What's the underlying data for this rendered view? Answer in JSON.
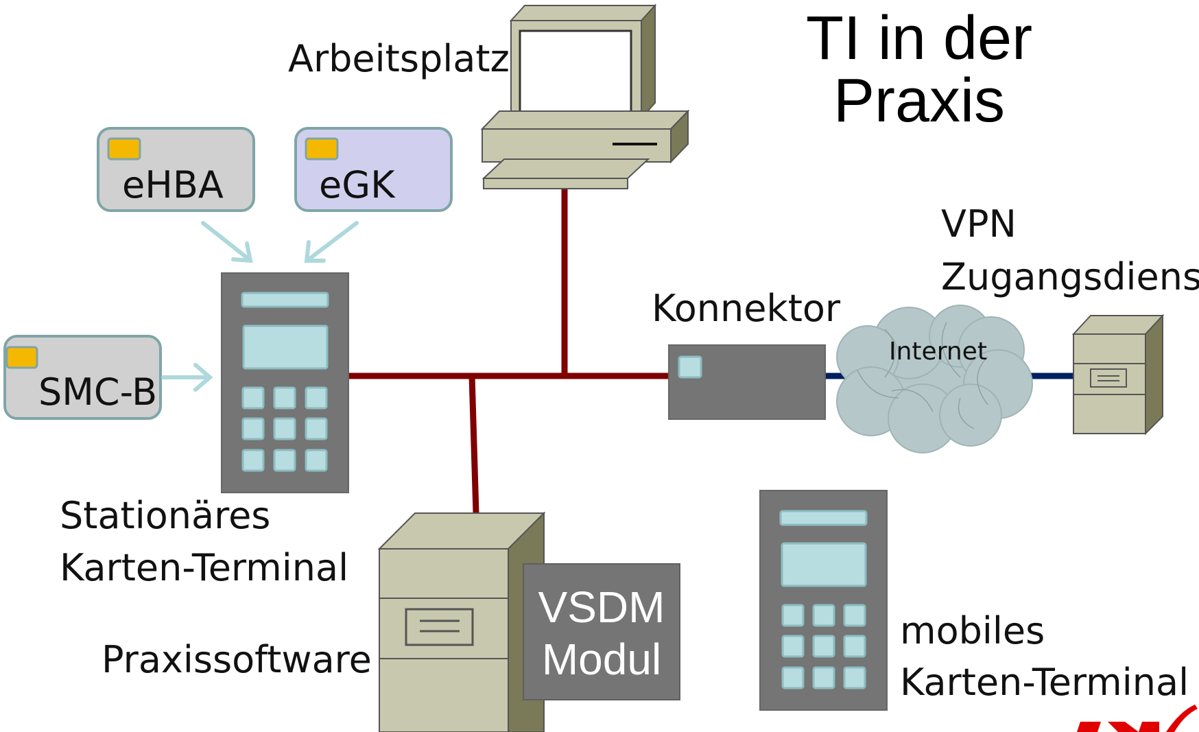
{
  "title": {
    "line1": "TI in der",
    "line2": "Praxis"
  },
  "labels": {
    "workstation": "Arbeitsplatz",
    "connector": "Konnektor",
    "vpn_line1": "VPN",
    "vpn_line2": "Zugangsdienst",
    "internet": "Internet",
    "stationary_line1": "Stationäres",
    "stationary_line2": "Karten-Terminal",
    "practice_software": "Praxissoftware",
    "vsdm_line1": "VSDM",
    "vsdm_line2": "Modul",
    "mobile_line1": "mobiles",
    "mobile_line2": "Karten-Terminal"
  },
  "cards": {
    "ehba": "eHBA",
    "egk": "eGK",
    "smcb": "SMC-B"
  },
  "colors": {
    "network_line": "#7f0000",
    "vpn_line": "#002060",
    "terminal_body": "#757575",
    "terminal_screen": "#b7dde0",
    "card_gray": "#d0d0d0",
    "card_purple": "#d0d0ee",
    "card_border": "#7fa5a7",
    "chip": "#f5b800",
    "arrow": "#aed8dc",
    "computer_beige": "#c8c8ae",
    "computer_dark": "#7a7a58",
    "cloud": "#b5c7c9",
    "logo_red": "#e00000"
  }
}
